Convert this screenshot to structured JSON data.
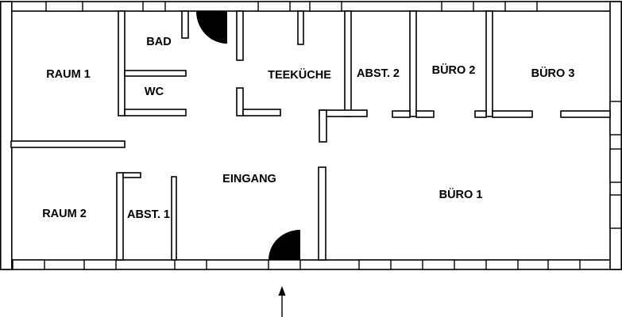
{
  "rooms": {
    "raum1": "RAUM 1",
    "bad": "BAD",
    "wc": "WC",
    "teekueche": "TEEKÜCHE",
    "abst2": "ABST. 2",
    "buero2": "BÜRO 2",
    "buero3": "BÜRO 3",
    "eingang": "EINGANG",
    "raum2": "RAUM 2",
    "abst1": "ABST. 1",
    "buero1": "BÜRO 1"
  },
  "colors": {
    "line": "#000000",
    "background": "#ffffff"
  },
  "icons": {
    "entrance_marker": "arrow-up-icon",
    "door_swing": "door-swing-icon"
  }
}
